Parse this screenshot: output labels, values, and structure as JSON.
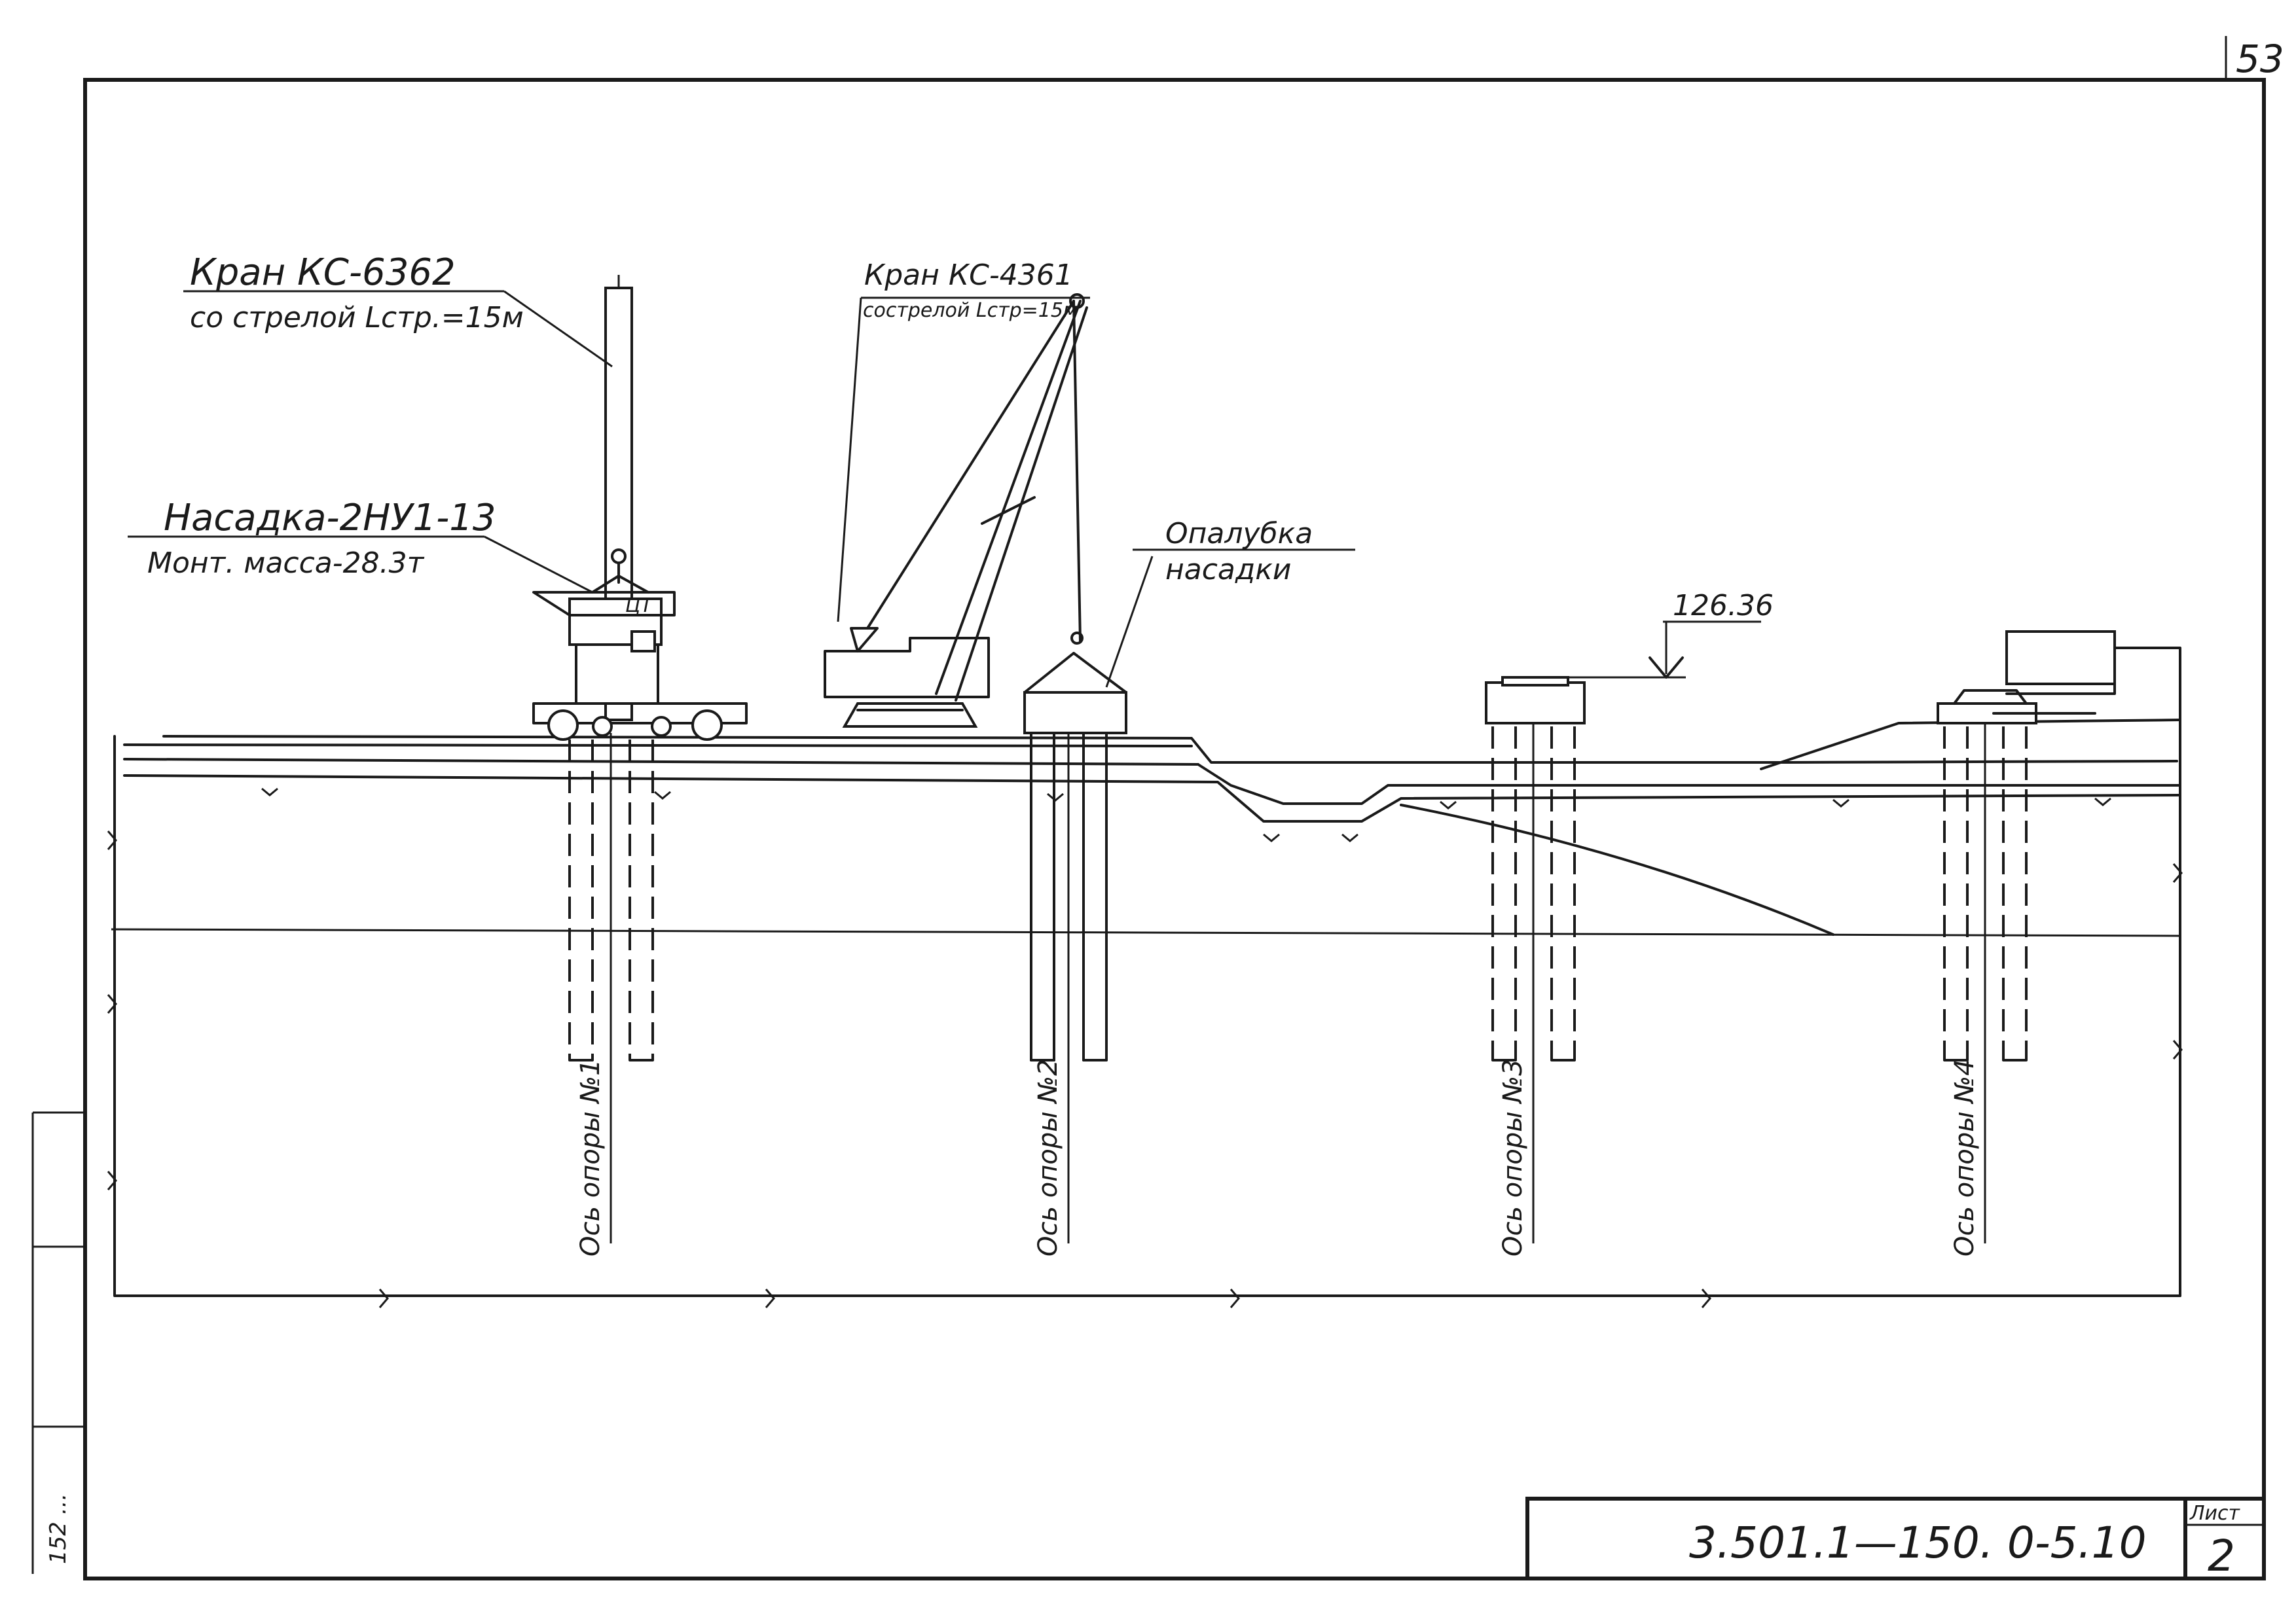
{
  "page": {
    "number": "53"
  },
  "cranes": [
    {
      "name": "Кран КС-6362",
      "boom": "со стрелой Lстр.=15м"
    },
    {
      "name": "Кран КС-4361",
      "boom": "сострелой Lстр=15м"
    }
  ],
  "load": {
    "name": "Насадка-2НУ1-13",
    "mass": "Монт. масса-28.3т",
    "cg_mark": "ЦТ"
  },
  "formwork": {
    "line1": "Опалубка",
    "line2": "насадки"
  },
  "elevation": "126.36",
  "supports": [
    {
      "label": "Ось опоры №1"
    },
    {
      "label": "Ось опоры №2"
    },
    {
      "label": "Ось опоры №3"
    },
    {
      "label": "Ось опоры №4"
    }
  ],
  "title_block": {
    "code": "3.501.1—150. 0-5.10",
    "sheet_label": "Лист",
    "sheet_number": "2"
  },
  "margin_note": "152 ..."
}
